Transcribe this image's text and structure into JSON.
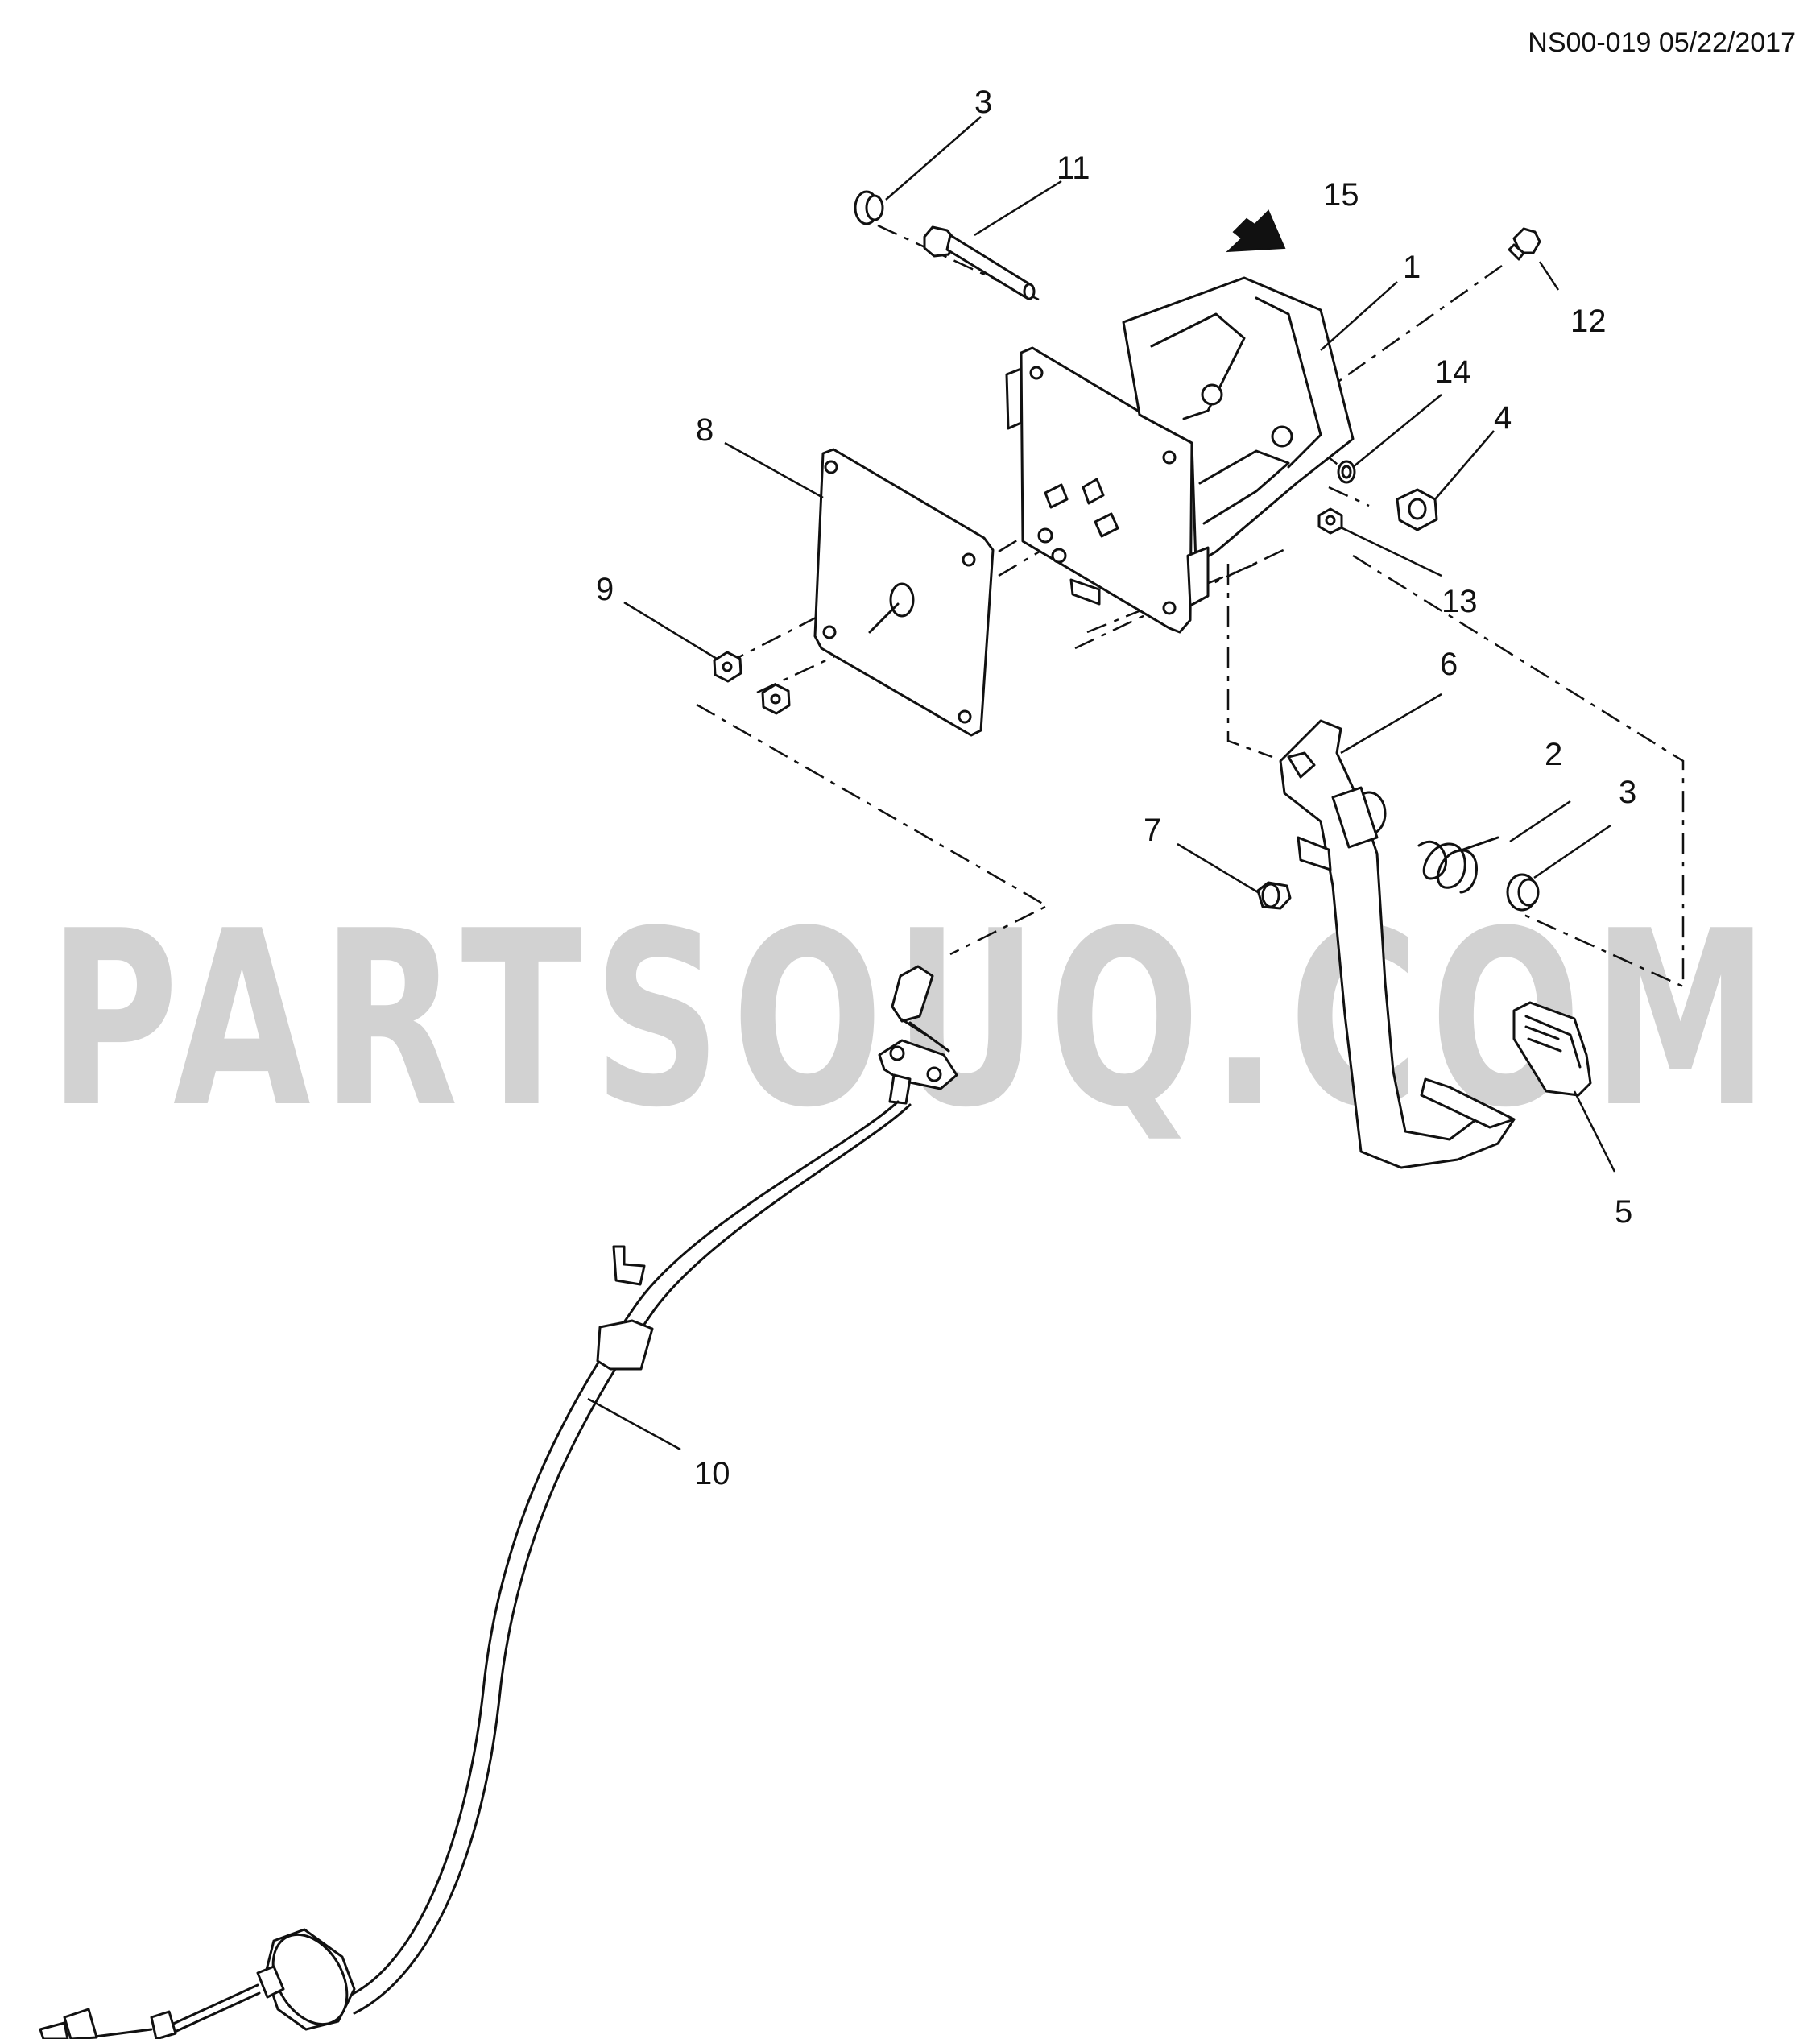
{
  "header": {
    "reference": "NS00-019 05/22/2017"
  },
  "watermark": {
    "text": "PARTSOUQ.COM",
    "color": "#d2d2d2"
  },
  "callouts": {
    "c1": "1",
    "c2": "2",
    "c3a": "3",
    "c3b": "3",
    "c4": "4",
    "c5": "5",
    "c6": "6",
    "c7": "7",
    "c8": "8",
    "c9": "9",
    "c10": "10",
    "c11": "11",
    "c12": "12",
    "c13": "13",
    "c14": "14",
    "c15": "15"
  }
}
